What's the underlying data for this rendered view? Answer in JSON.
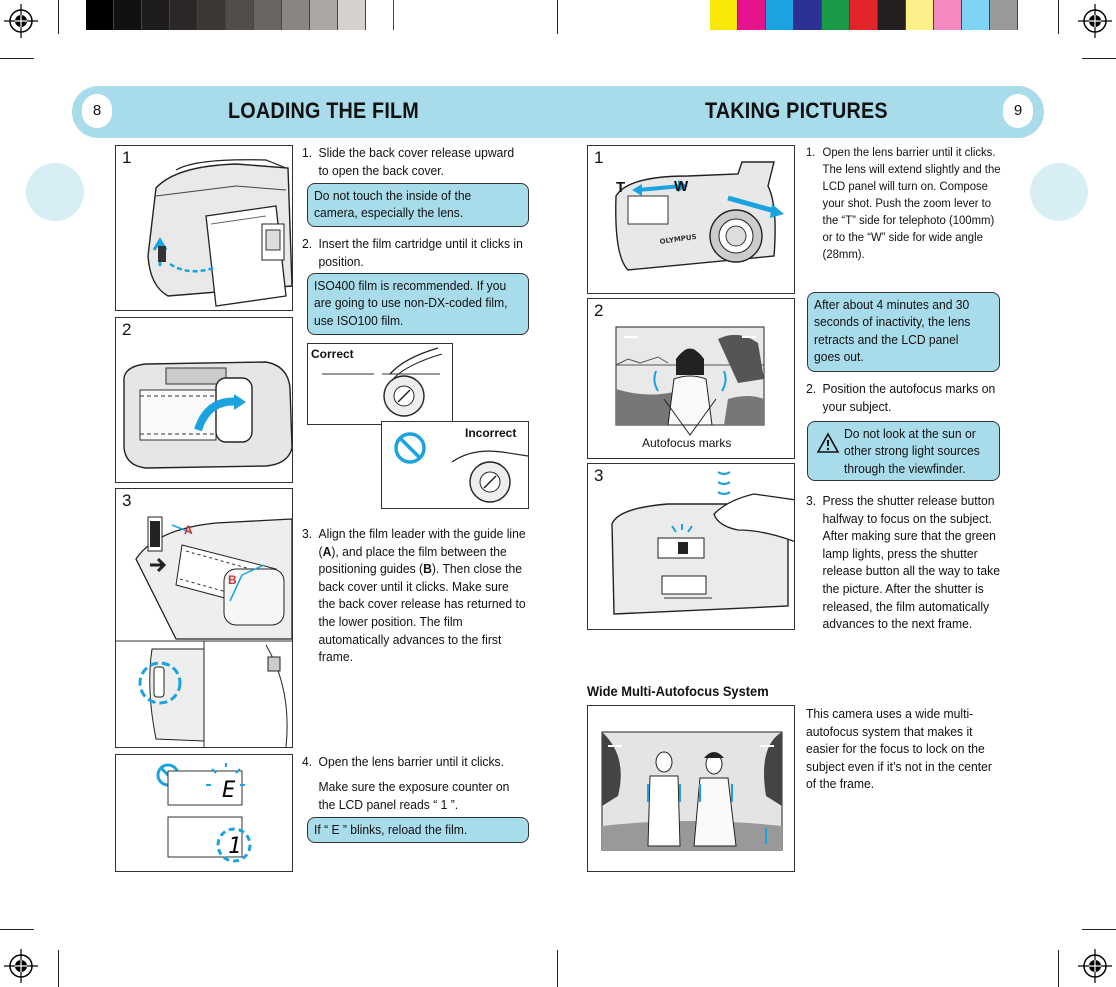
{
  "colors": {
    "band": "#a8dcea",
    "gray_bars": [
      "#000000",
      "#111111",
      "#1f1d1c",
      "#2b2726",
      "#3b3735",
      "#524d4b",
      "#6a6563",
      "#8a8482",
      "#aca6a4",
      "#d6d1cf",
      "#ffffff"
    ],
    "color_bars": [
      "#f7e80a",
      "#e6138c",
      "#1aa3e0",
      "#2d3193",
      "#1a9a48",
      "#e3242b",
      "#231f20",
      "#fcf088",
      "#f28ac0",
      "#7fd3f4",
      "#999999"
    ]
  },
  "header": {
    "left_page": "8",
    "left_title": "LOADING THE FILM",
    "right_title": "TAKING PICTURES",
    "right_page": "9"
  },
  "left": {
    "panel_nums": [
      "1",
      "2",
      "3"
    ],
    "step1": {
      "num": "1.",
      "text": "Slide the back cover release upward to open the back cover."
    },
    "note1": [
      "Do not touch the inside of the",
      "camera, especially the lens."
    ],
    "step2": {
      "num": "2.",
      "text": "Insert the film cartridge until it clicks in position."
    },
    "note2": [
      "ISO400 film is recommended. If you",
      "are going to use non-DX-coded film,",
      "use ISO100 film."
    ],
    "correct_label": "Correct",
    "incorrect_label": "Incorrect",
    "label_a": "A",
    "label_b": "B",
    "step3": {
      "num": "3.",
      "text_parts": [
        "Align the film leader with the guide line (",
        "A",
        "), and place the film between the positioning guides (",
        "B",
        "). Then close the back cover until it clicks. Make sure the back cover release has returned to the lower position. The film automatically advances to the first frame."
      ]
    },
    "step4": {
      "num": "4.",
      "text": "Open the lens barrier until it clicks."
    },
    "step4b": "Make sure the exposure counter on the LCD panel reads “ 1 ”.",
    "note4": "If “ E ” blinks, reload the film."
  },
  "right": {
    "panel_nums": [
      "1",
      "2",
      "3"
    ],
    "zoom_t": "T",
    "zoom_w": "W",
    "step1": {
      "num": "1.",
      "text": "Open the lens barrier until it clicks. The lens will extend slightly and the LCD panel will turn on. Compose your shot. Push the zoom lever to the “T” side for telephoto (100mm) or to the “W” side for wide angle (28mm)."
    },
    "note1": [
      "After about 4 minutes and 30",
      "seconds of inactivity, the lens",
      "retracts and the LCD panel",
      "goes out."
    ],
    "step2": {
      "num": "2.",
      "text": "Position the autofocus marks on your subject."
    },
    "af_caption": "Autofocus marks",
    "warn": [
      "Do not look at the sun or",
      "other strong light sources",
      "through the viewfinder."
    ],
    "step3": {
      "num": "3.",
      "text": "Press the shutter release button halfway to focus on the subject. After making sure that the green lamp lights, press the shutter release button all the way to take the picture. After the shutter is released, the film automatically advances to the next frame."
    },
    "wide_heading": "Wide Multi-Autofocus System",
    "wide_text": "This camera uses a wide multi-autofocus system that makes it easier for the focus to lock on the subject even if it’s not in the center of the frame."
  }
}
